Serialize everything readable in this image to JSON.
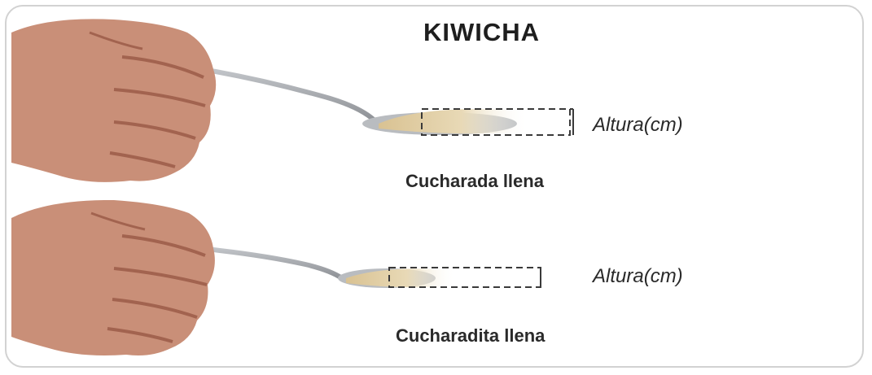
{
  "title": "KIWICHA",
  "panels": [
    {
      "measure_label": "Altura(cm)",
      "caption": "Cucharada llena"
    },
    {
      "measure_label": "Altura(cm)",
      "caption": "Cucharadita llena"
    }
  ],
  "colors": {
    "skin": "#c98f78",
    "skin_shadow": "#a2634f",
    "spoon": "#a9acb0",
    "grain": "#e2cfa6",
    "dash": "#3a3a3a",
    "frame": "#d2d2d2"
  },
  "icons": [
    "hand-holding-spoon",
    "grain-mound"
  ]
}
